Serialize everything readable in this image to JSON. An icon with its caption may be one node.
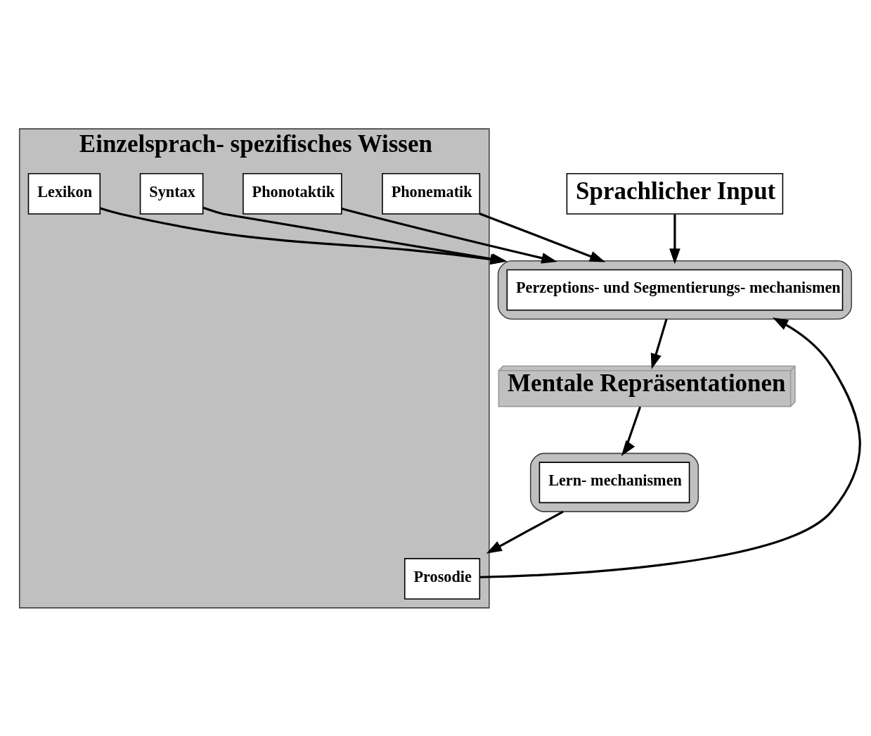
{
  "diagram": {
    "nodes": [
      {
        "text": [],
        "shape": "ellipse"
      },
      {
        "text": [
          "Perzeptions- und Segmentierungs- mechanismen"
        ],
        "in": 0
      },
      {
        "text": [
          "Sprachlicher Input"
        ]
      },
      {
        "text": [],
        "shape": "ellipse"
      },
      {
        "text": [
          "Lern- mechanismen"
        ],
        "in": 3
      },
      {
        "text": [
          "Mentale Repräsentationen"
        ]
      },
      {
        "text": [
          "Einzelsprach- spezifisches Wissen"
        ]
      },
      {
        "text": [
          "Prosodie"
        ],
        "in": 6
      },
      {
        "text": [
          "Phonematik"
        ],
        "in": 6
      },
      {
        "text": [
          "Phonotaktik"
        ],
        "in": 6
      },
      {
        "text": [
          "Syntax"
        ],
        "in": 6
      },
      {
        "text": [
          "Lexikon"
        ],
        "in": 6
      }
    ],
    "edges": [
      {
        "from": 2,
        "to": 0,
        "arrow": "to"
      },
      {
        "from": 0,
        "to": 5,
        "arrow": "to"
      },
      {
        "from": 5,
        "to": 3,
        "arrow": "to"
      },
      {
        "from": 3,
        "to": 6,
        "arrow": "to"
      },
      {
        "from": 7,
        "to": 0,
        "arrow": "to"
      },
      {
        "from": 8,
        "to": 0,
        "arrow": "to"
      },
      {
        "from": 9,
        "to": 0,
        "arrow": "to"
      },
      {
        "from": 10,
        "to": 0,
        "arrow": "to"
      },
      {
        "from": 11,
        "to": 0,
        "arrow": "to"
      }
    ]
  }
}
